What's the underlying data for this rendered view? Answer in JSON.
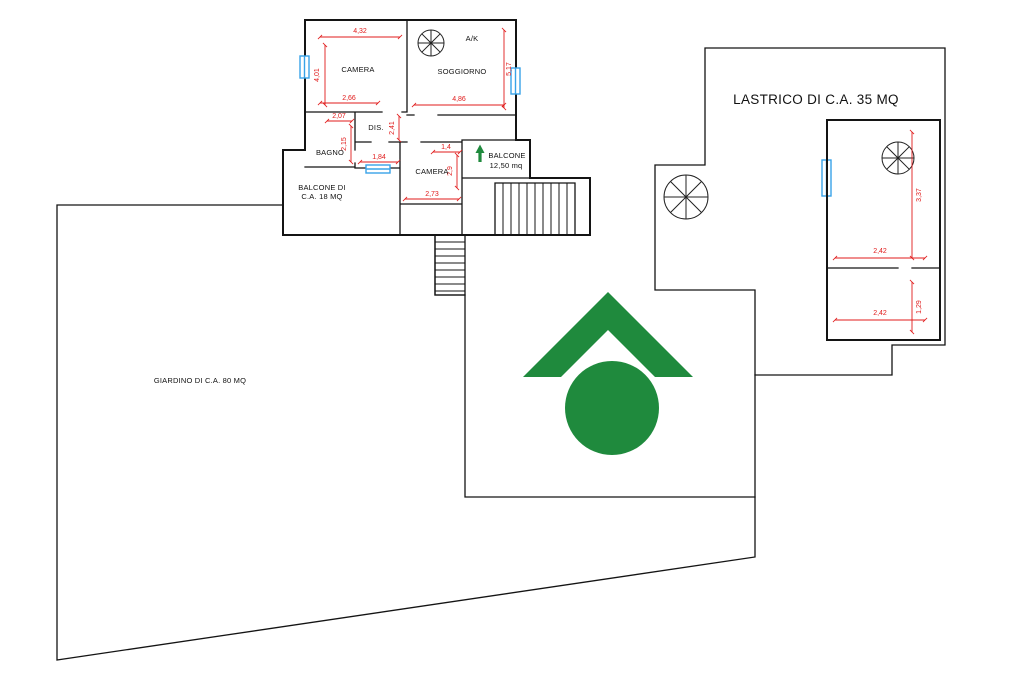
{
  "colors": {
    "walls": "#141414",
    "dimension": "#e01b1b",
    "window": "#38a3e8",
    "logo_green": "#1f8a3d"
  },
  "apartment": {
    "rooms": {
      "camera1": "CAMERA",
      "soggiorno": "SOGGIORNO",
      "ak": "A/K",
      "dis": "DIS.",
      "bagno": "BAGNO",
      "camera2": "CAMERA"
    },
    "balcony_small": {
      "label": "BALCONE",
      "size": "12,50 mq"
    },
    "balcony_large": {
      "line1": "BALCONE DI",
      "line2": "C.A. 18 MQ"
    },
    "dims": {
      "camera1_width": "4,32",
      "camera1_height": "4,01",
      "camera1_inner": "2,66",
      "soggiorno_width": "4,86",
      "soggiorno_height": "5,17",
      "dis_width": "2,07",
      "dis_height": "2,15",
      "hall_height": "2,41",
      "bagno_width": "1,84",
      "camera2_top": "1,4",
      "camera2_height": "2,9",
      "camera2_width": "2,73"
    }
  },
  "terrace": {
    "title": "LASTRICO DI C.A. 35 MQ",
    "dims": {
      "height_main": "3,37",
      "width_upper": "2,42",
      "height_lower": "1,29",
      "width_lower": "2,42"
    }
  },
  "garden": {
    "label": "GIARDINO DI C.A. 80 MQ"
  }
}
